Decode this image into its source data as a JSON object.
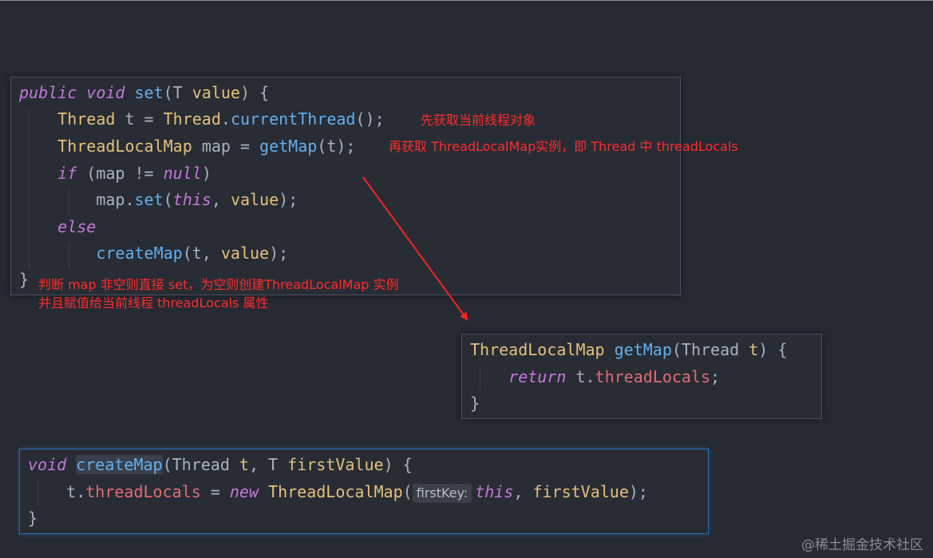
{
  "panel1": {
    "lines": [
      {
        "indent": "",
        "tokens": [
          {
            "t": "public",
            "c": "kw"
          },
          {
            "t": " ",
            "c": "pl"
          },
          {
            "t": "void",
            "c": "kw"
          },
          {
            "t": " ",
            "c": "pl"
          },
          {
            "t": "set",
            "c": "fn"
          },
          {
            "t": "(T ",
            "c": "pl"
          },
          {
            "t": "value",
            "c": "ty"
          },
          {
            "t": ") {",
            "c": "pl"
          }
        ]
      },
      {
        "indent": "    ",
        "tokens": [
          {
            "t": "Thread",
            "c": "ty"
          },
          {
            "t": " t = ",
            "c": "pl"
          },
          {
            "t": "Thread",
            "c": "ty"
          },
          {
            "t": ".",
            "c": "pl"
          },
          {
            "t": "currentThread",
            "c": "fn"
          },
          {
            "t": "();",
            "c": "pl"
          }
        ]
      },
      {
        "indent": "    ",
        "tokens": [
          {
            "t": "ThreadLocalMap",
            "c": "ty"
          },
          {
            "t": " map = ",
            "c": "pl"
          },
          {
            "t": "getMap",
            "c": "fn"
          },
          {
            "t": "(t);",
            "c": "pl"
          }
        ]
      },
      {
        "indent": "    ",
        "tokens": [
          {
            "t": "if",
            "c": "kw"
          },
          {
            "t": " (map != ",
            "c": "pl"
          },
          {
            "t": "null",
            "c": "kw"
          },
          {
            "t": ")",
            "c": "pl"
          }
        ]
      },
      {
        "indent": "        ",
        "tokens": [
          {
            "t": "map.",
            "c": "pl"
          },
          {
            "t": "set",
            "c": "fn"
          },
          {
            "t": "(",
            "c": "pl"
          },
          {
            "t": "this",
            "c": "kw"
          },
          {
            "t": ", ",
            "c": "pl"
          },
          {
            "t": "value",
            "c": "ty"
          },
          {
            "t": ");",
            "c": "pl"
          }
        ]
      },
      {
        "indent": "    ",
        "tokens": [
          {
            "t": "else",
            "c": "kw"
          }
        ]
      },
      {
        "indent": "        ",
        "tokens": [
          {
            "t": "createMap",
            "c": "fn"
          },
          {
            "t": "(t, ",
            "c": "pl"
          },
          {
            "t": "value",
            "c": "ty"
          },
          {
            "t": ");",
            "c": "pl"
          }
        ]
      },
      {
        "indent": "",
        "tokens": [
          {
            "t": "}",
            "c": "pl"
          }
        ]
      }
    ]
  },
  "panel2": {
    "lines": [
      {
        "indent": "",
        "tokens": [
          {
            "t": "ThreadLocalMap",
            "c": "ty"
          },
          {
            "t": " ",
            "c": "pl"
          },
          {
            "t": "getMap",
            "c": "fn"
          },
          {
            "t": "(Thread ",
            "c": "pl"
          },
          {
            "t": "t",
            "c": "ty"
          },
          {
            "t": ") {",
            "c": "pl"
          }
        ]
      },
      {
        "indent": "    ",
        "tokens": [
          {
            "t": "return",
            "c": "kw"
          },
          {
            "t": " t.",
            "c": "pl"
          },
          {
            "t": "threadLocals",
            "c": "fd"
          },
          {
            "t": ";",
            "c": "pl"
          }
        ]
      },
      {
        "indent": "",
        "tokens": [
          {
            "t": "}",
            "c": "pl"
          }
        ]
      }
    ]
  },
  "panel3": {
    "lines": [
      {
        "indent": "",
        "tokens": [
          {
            "t": "void",
            "c": "kw"
          },
          {
            "t": " ",
            "c": "pl"
          },
          {
            "t": "createMap",
            "c": "fn hl"
          },
          {
            "t": "(Thread ",
            "c": "pl"
          },
          {
            "t": "t",
            "c": "ty"
          },
          {
            "t": ", T ",
            "c": "pl"
          },
          {
            "t": "firstValue",
            "c": "ty"
          },
          {
            "t": ") {",
            "c": "pl"
          }
        ]
      },
      {
        "indent": "    ",
        "tokens": [
          {
            "t": "t.",
            "c": "pl"
          },
          {
            "t": "threadLocals",
            "c": "fd"
          },
          {
            "t": " = ",
            "c": "pl"
          },
          {
            "t": "new",
            "c": "kw"
          },
          {
            "t": " ",
            "c": "pl"
          },
          {
            "t": "ThreadLocalMap",
            "c": "ty"
          },
          {
            "t": "(",
            "c": "pl"
          },
          {
            "t": "firstKey:",
            "c": "hint"
          },
          {
            "t": "this",
            "c": "kw"
          },
          {
            "t": ", ",
            "c": "pl"
          },
          {
            "t": "firstValue",
            "c": "ty"
          },
          {
            "t": ");",
            "c": "pl"
          }
        ]
      },
      {
        "indent": "",
        "tokens": [
          {
            "t": "}",
            "c": "pl"
          }
        ]
      }
    ]
  },
  "annotations": {
    "note1": "先获取当前线程对象",
    "note2": "再获取 ThreadLocalMap实例，即 Thread 中 threadLocals",
    "note3_line1": "判断 map 非空则直接 set，为空则创建ThreadLocalMap 实例",
    "note3_line2": "并且赋值给当前线程 threadLocals 属性"
  },
  "colors": {
    "background": "#262a33",
    "panel_bg": "#282c34",
    "keyword": "#c678dd",
    "function": "#61afef",
    "type": "#e5c07b",
    "field": "#e06c75",
    "annotation": "#ff2b2b",
    "focus_border": "#2c6dbd"
  },
  "watermark": "@稀土掘金技术社区"
}
